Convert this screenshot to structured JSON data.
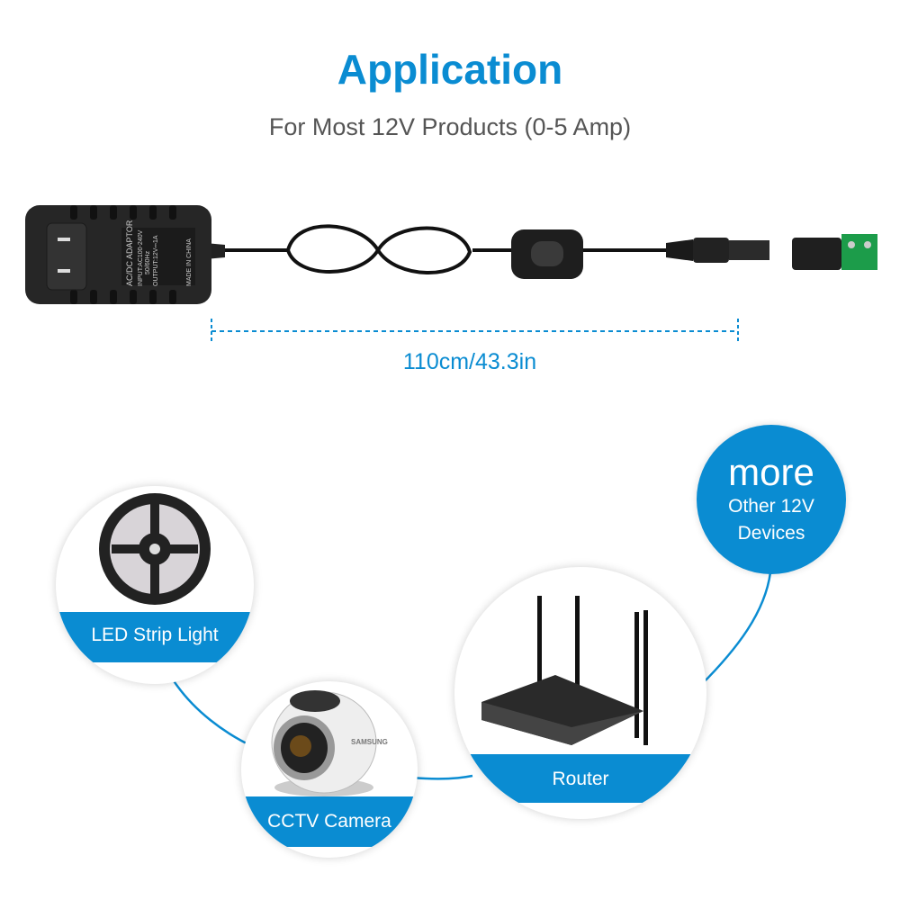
{
  "header": {
    "title": "Application",
    "subtitle": "For Most 12V Products (0-5 Amp)"
  },
  "product": {
    "adapter_label": {
      "line1": "AC/DC ADAPTOR",
      "line2": "INPUT:AC100-240V",
      "line3": "50/60Hz",
      "line4": "OUTPUT:12V⎓1A",
      "line5": "MADE IN CHINA"
    },
    "cable_length": "110cm/43.3in"
  },
  "applications": [
    {
      "label": "LED Strip Light",
      "icon": "led-strip-reel"
    },
    {
      "label": "CCTV Camera",
      "icon": "camera",
      "brand": "SAMSUNG"
    },
    {
      "label": "Router",
      "icon": "wifi-router"
    }
  ],
  "more": {
    "big": "more",
    "line1": "Other 12V",
    "line2": "Devices"
  },
  "colors": {
    "accent": "#0a8cd2",
    "subtitle": "#555555",
    "product": "#1a1a1a"
  }
}
